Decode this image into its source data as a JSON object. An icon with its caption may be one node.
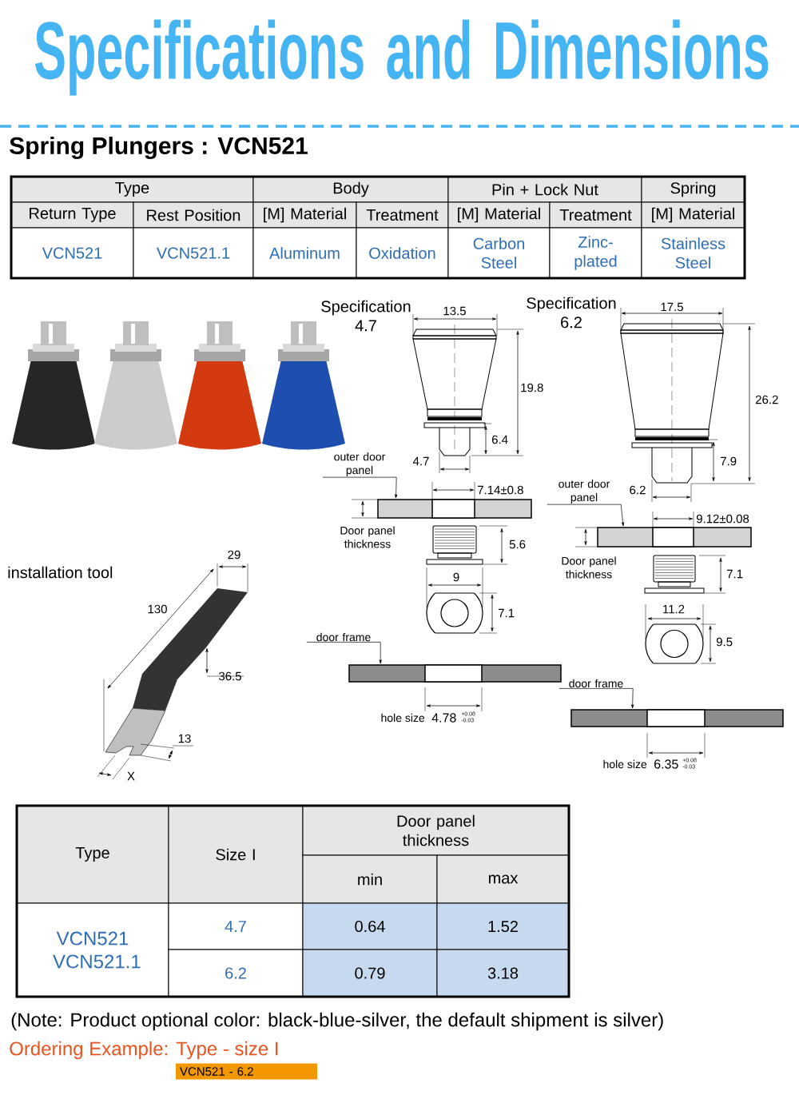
{
  "diagram": {
    "title": "Specifications and Dimensions",
    "nodes": [
      {
        "text": [
          "outer door panel"
        ]
      },
      {
        "text": [],
        "shape": "bar"
      },
      {
        "text": [
          "door frame"
        ]
      },
      {
        "text": [],
        "shape": "bar"
      },
      {
        "text": [
          "outer door panel"
        ]
      },
      {
        "text": [],
        "shape": "bar"
      },
      {
        "text": [
          "door frame"
        ]
      },
      {
        "text": [],
        "shape": "bar"
      }
    ],
    "edges": [
      {
        "from": 0,
        "to": 1,
        "arrow": "to"
      },
      {
        "from": 2,
        "to": 3,
        "arrow": "to"
      },
      {
        "from": 4,
        "to": 5,
        "arrow": "to"
      },
      {
        "from": 6,
        "to": 7,
        "arrow": "to"
      }
    ],
    "labels": [
      "Spring Plungers : VCN521",
      "Type",
      "Body",
      "Pin + Lock Nut",
      "Spring",
      "Return Type",
      "Rest Position",
      "[M] Material",
      "Treatment",
      "[M] Material",
      "Treatment",
      "[M] Material",
      "VCN521",
      "VCN521.1",
      "Aluminum",
      "Oxidation",
      "Carbon Steel",
      "Zinc-plated",
      "Stainless Steel",
      "Specification 4.7",
      "13.5",
      "19.8",
      "6.4",
      "4.7",
      "7.14±0.8",
      "Door panel thickness",
      "5.6",
      "9",
      "7.1",
      "hole size",
      "4.78",
      "+0.08",
      "-0.03",
      "Specification 6.2",
      "17.5",
      "26.2",
      "7.9",
      "6.2",
      "9.12±0.08",
      "Door panel thickness",
      "7.1",
      "11.2",
      "9.5",
      "hole size",
      "6.35",
      "+0.08",
      "-0.03",
      "installation tool",
      "29",
      "130",
      "36.5",
      "13",
      "X",
      "Type",
      "Size I",
      "Door panel thickness",
      "min",
      "max",
      "VCN521 VCN521.1",
      "4.7",
      "0.64",
      "1.52",
      "6.2",
      "0.79",
      "3.18",
      "(Note: Product optional color: black-blue-silver, the default shipment is silver)",
      "Ordering Example: Type - size I",
      "VCN521 - 6.2"
    ]
  }
}
